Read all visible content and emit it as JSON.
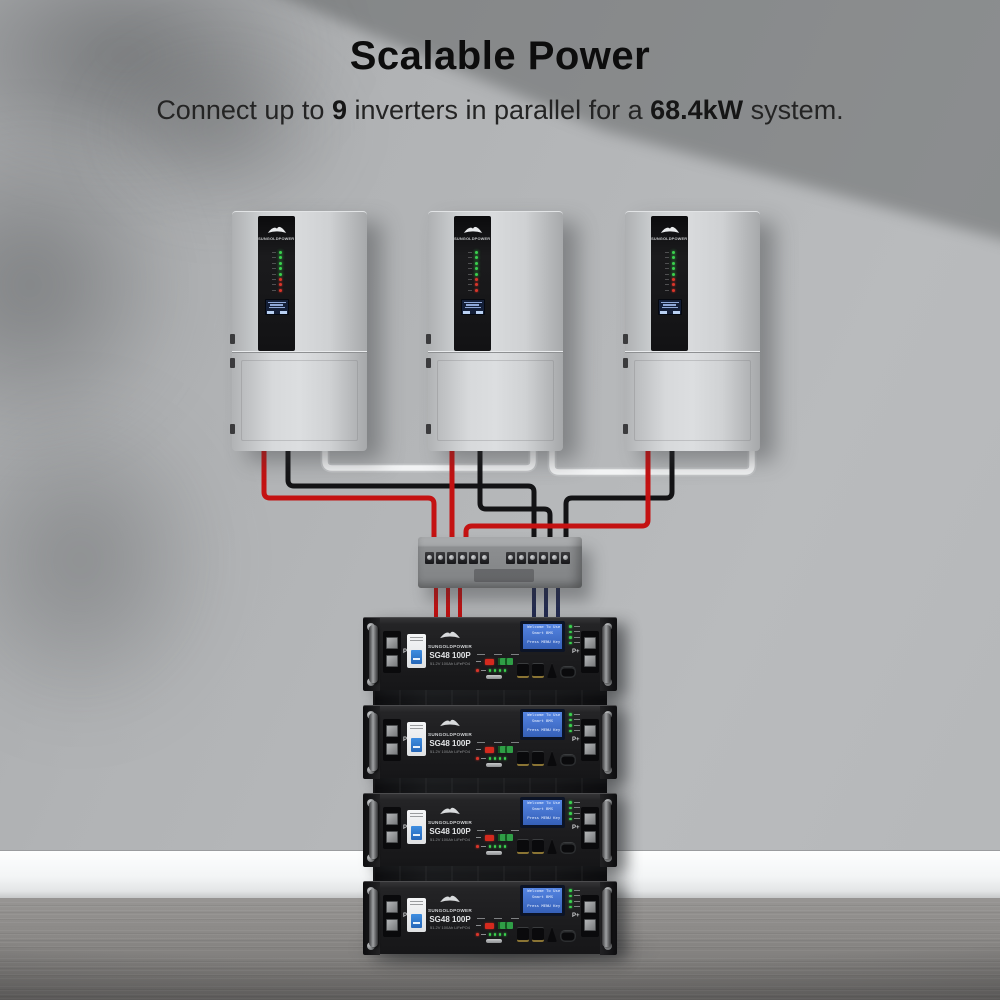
{
  "header": {
    "title": "Scalable Power",
    "subtitle": {
      "part1": "Connect up to ",
      "highlight1": "9",
      "part2": " inverters in parallel for a ",
      "highlight2": "68.4kW",
      "part3": " system."
    }
  },
  "inverter": {
    "count": 3,
    "brand": "SUNGOLDPOWER",
    "status_leds": {
      "green_count": 5,
      "red_count": 3
    }
  },
  "battery": {
    "count": 4,
    "brand": "SUNGOLDPOWER",
    "model": "SG48 100P",
    "spec": "51.2V 100Ah LiFePO4",
    "lcd_lines": [
      "Welcome To Use",
      "Smart BMS",
      "Press MENU Key"
    ],
    "terminal_neg": "P-",
    "terminal_pos": "P+"
  },
  "colors": {
    "wire_positive": "#c41212",
    "wire_negative": "#131315",
    "wire_battery_negative": "#252c52",
    "comm_cable": "#f2f3f4",
    "led_green": "#3ad14e",
    "led_red": "#d9352a",
    "lcd_blue": "#3560b8"
  }
}
